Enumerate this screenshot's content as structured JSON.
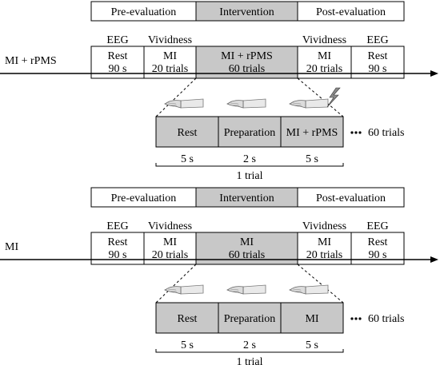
{
  "panels": [
    {
      "condition": "MI + rPMS",
      "phases": [
        "Pre-evaluation",
        "Intervention",
        "Post-evaluation"
      ],
      "col_labels": [
        "EEG",
        "Vividness",
        "",
        "Vividness",
        "EEG"
      ],
      "blocks": [
        {
          "line1": "Rest",
          "line2": "90 s",
          "shaded": false
        },
        {
          "line1": "MI",
          "line2": "20 trials",
          "shaded": false
        },
        {
          "line1": "MI + rPMS",
          "line2": "60 trials",
          "shaded": true
        },
        {
          "line1": "MI",
          "line2": "20 trials",
          "shaded": false
        },
        {
          "line1": "Rest",
          "line2": "90 s",
          "shaded": false
        }
      ],
      "trial_steps": [
        "Rest",
        "Preparation",
        "MI + rPMS"
      ],
      "durations": [
        "5 s",
        "2 s",
        "5 s"
      ],
      "trial_count": "60 trials",
      "trial_label": "1 trial",
      "hands": [
        {
          "icon": "pointing-hand-icon",
          "stim": false
        },
        {
          "icon": "pointing-hand-icon",
          "stim": false
        },
        {
          "icon": "hand-with-stimulation-icon",
          "stim": true
        }
      ]
    },
    {
      "condition": "MI",
      "phases": [
        "Pre-evaluation",
        "Intervention",
        "Post-evaluation"
      ],
      "col_labels": [
        "EEG",
        "Vividness",
        "",
        "Vividness",
        "EEG"
      ],
      "blocks": [
        {
          "line1": "Rest",
          "line2": "90 s",
          "shaded": false
        },
        {
          "line1": "MI",
          "line2": "20 trials",
          "shaded": false
        },
        {
          "line1": "MI",
          "line2": "60 trials",
          "shaded": true
        },
        {
          "line1": "MI",
          "line2": "20 trials",
          "shaded": false
        },
        {
          "line1": "Rest",
          "line2": "90 s",
          "shaded": false
        }
      ],
      "trial_steps": [
        "Rest",
        "Preparation",
        "MI"
      ],
      "durations": [
        "5 s",
        "2 s",
        "5 s"
      ],
      "trial_count": "60 trials",
      "trial_label": "1 trial",
      "hands": [
        {
          "icon": "pointing-hand-icon",
          "stim": false
        },
        {
          "icon": "pointing-hand-icon",
          "stim": false
        },
        {
          "icon": "relaxed-hand-icon",
          "stim": false
        }
      ]
    }
  ],
  "colors": {
    "shade": "#c8c8c8",
    "line": "#000000",
    "skin": "#e9e9e9",
    "bolt": "#8a8a8a"
  }
}
